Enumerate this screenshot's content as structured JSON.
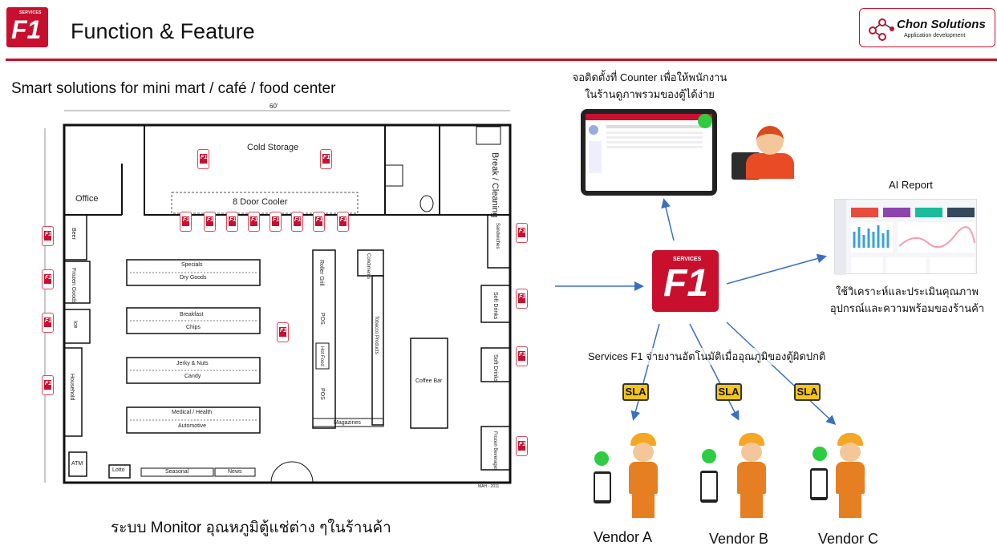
{
  "header": {
    "logo_services": "SERVICES",
    "logo_text": "F1",
    "title": "Function & Feature",
    "brand_name": "Chon Solutions",
    "brand_tagline": "Application development"
  },
  "subtitle": "Smart solutions for mini mart / café / food center",
  "floor_plan": {
    "dimension_label": "60'",
    "areas": {
      "cold_storage": "Cold Storage",
      "door_cooler": "8 Door Cooler",
      "office": "Office",
      "break_cleaning": "Break / Cleaning",
      "beer": "Beer",
      "frozen_goods": "Frozen Goods",
      "ice": "Ice",
      "household": "Household",
      "atm": "ATM",
      "lotto": "Lotto",
      "seasonal": "Seasonal",
      "news": "News",
      "specials": "Specials",
      "dry_goods": "Dry Goods",
      "breakfast": "Breakfast",
      "chips": "Chips",
      "jerky_nuts": "Jerky & Nuts",
      "candy": "Candy",
      "medical_health": "Medical / Health",
      "automotive": "Automotive",
      "roller_grill": "Roller Grill",
      "condiments": "Condiments",
      "pos_1": "POS",
      "hot_food": "Hot Food",
      "pos_2": "POS",
      "tobacco": "Tobacco Products",
      "magazines": "Magazines",
      "coffee_bar": "Coffee Bar",
      "sandwiches": "Sandwiches",
      "soft_drinks_1": "Soft Drinks",
      "soft_drinks_2": "Soft Drinks",
      "frozen_beverages": "Frozen Beverages",
      "credit": "MAH - 2011"
    }
  },
  "caption_bottom": "ระบบ   Monitor อุณหภูมิตู้แช่ต่าง ๆในร้านค้า",
  "counter": {
    "line1": "จอติดตั้งที่  Counter เพื่อให้พนักงาน",
    "line2": "ในร้านดูภาพรวมของตู้ได้ง่าย"
  },
  "center_logo": {
    "services": "SERVICES",
    "text": "F1"
  },
  "ai_report": {
    "title": "AI Report",
    "line1": "ใช้วิเคราะห์และประเมินคุณภาพ",
    "line2": "อุปกรณ์และความพร้อมของร้านค้า"
  },
  "dispatch_text": "Services F1 จ่ายงานอัตโนมัติเมื่ออุณภูมิของตู้ผิดปกติ",
  "sla_label": "SLA",
  "vendors": [
    "Vendor A",
    "Vendor B",
    "Vendor C"
  ],
  "colors": {
    "brand_red": "#c8102e",
    "arrow_blue": "#3a6fc4",
    "sla_yellow": "#f6c617",
    "alert_green": "#2ecc40"
  }
}
